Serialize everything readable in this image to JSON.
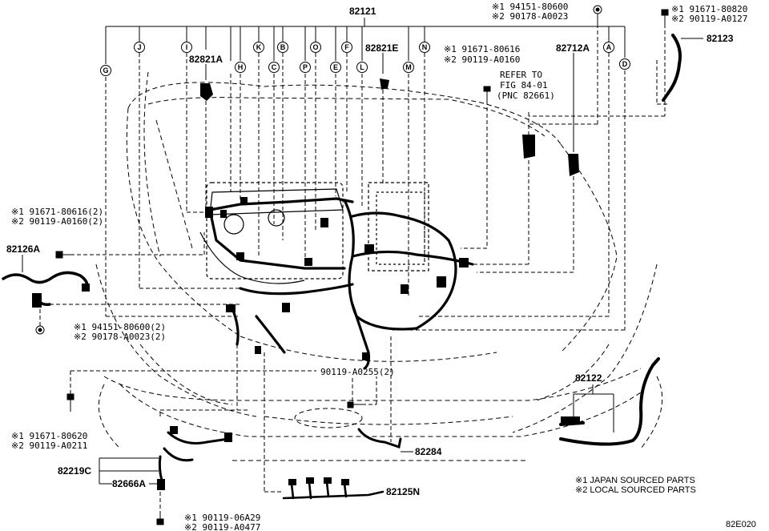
{
  "part_numbers": {
    "p82121": "82121",
    "p82821A": "82821A",
    "p82821E": "82821E",
    "p82712A": "82712A",
    "p82123": "82123",
    "p82126A": "82126A",
    "p82122": "82122",
    "p82284": "82284",
    "p82219C": "82219C",
    "p82666A": "82666A",
    "p82125N": "82125N",
    "fig_code": "82E020"
  },
  "callouts": {
    "c_G": "G",
    "c_J": "J",
    "c_I": "I",
    "c_H": "H",
    "c_K": "K",
    "c_C": "C",
    "c_B": "B",
    "c_P": "P",
    "c_O": "O",
    "c_E": "E",
    "c_F": "F",
    "c_L": "L",
    "c_M": "M",
    "c_N": "N",
    "c_A": "A",
    "c_D": "D"
  },
  "fasteners": {
    "top_center_1": "※1 94151-80600",
    "top_center_2": "※2 90178-A0023",
    "top_right_1": "※1 91671-80820",
    "top_right_2": "※2 90119-A0127",
    "mid_1": "※1 91671-80616",
    "mid_2": "※2 90119-A0160",
    "left_1": "※1 91671-80616(2)",
    "left_2": "※2 90119-A0160(2)",
    "left_low_1": "※1 94151-80600(2)",
    "left_low_2": "※2 90178-A0023(2)",
    "center_bolt": "90119-A0255(2)",
    "bottom_left_1": "※1 91671-80620",
    "bottom_left_2": "※2 90119-A0211",
    "bottom_1": "※1 90119-06A29",
    "bottom_2": "※2 90119-A0477"
  },
  "refer": {
    "line1": "REFER TO",
    "line2": "FIG 84-01",
    "line3": "(PNC 82661)"
  },
  "legend": {
    "note1": "※1 JAPAN SOURCED PARTS",
    "note2": "※2 LOCAL SOURCED PARTS"
  }
}
